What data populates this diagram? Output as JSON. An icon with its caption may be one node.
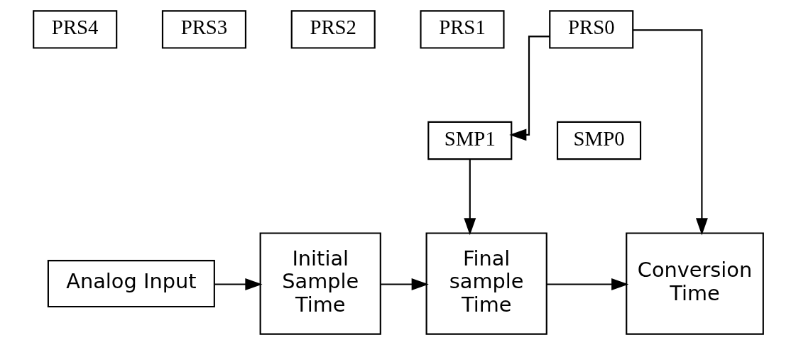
{
  "diagram": {
    "nodes": [
      {
        "text": [
          "PRS4"
        ]
      },
      {
        "text": [
          "PRS3"
        ]
      },
      {
        "text": [
          "PRS2"
        ]
      },
      {
        "text": [
          "PRS1"
        ]
      },
      {
        "text": [
          "PRS0"
        ]
      },
      {
        "text": [
          "SMP1"
        ]
      },
      {
        "text": [
          "SMP0"
        ]
      },
      {
        "text": [
          "Analog Input"
        ]
      },
      {
        "text": [
          "Initial Sample Time"
        ]
      },
      {
        "text": [
          "Final sample Time"
        ]
      },
      {
        "text": [
          "Conversion Time"
        ]
      }
    ],
    "edges": [
      {
        "from": 4,
        "to": 5,
        "arrow": "to"
      },
      {
        "from": 4,
        "to": 10,
        "arrow": "to"
      },
      {
        "from": 5,
        "to": 9,
        "arrow": "to"
      },
      {
        "from": 7,
        "to": 8,
        "arrow": "to"
      },
      {
        "from": 8,
        "to": 9,
        "arrow": "to"
      },
      {
        "from": 9,
        "to": 10,
        "arrow": "to"
      }
    ]
  }
}
